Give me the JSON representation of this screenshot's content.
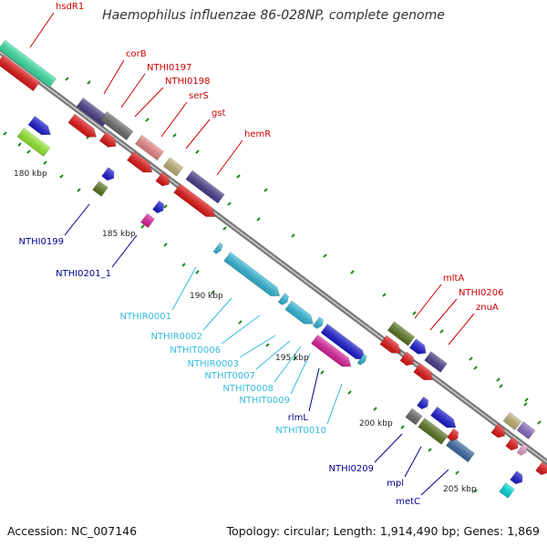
{
  "title": "Haemophilus influenzae 86-028NP, complete genome",
  "footer": {
    "accession": "Accession: NC_007146",
    "topology": "Topology: circular; Length: 1,914,490 bp; Genes: 1,869"
  },
  "colors": {
    "red_label": "#cc0000",
    "blue_label": "#00008b",
    "cyan_label": "#33bbdd",
    "backbone": "#808080"
  },
  "ticks": [
    "180 kbp",
    "185 kbp",
    "190 kbp",
    "195 kbp",
    "200 kbp",
    "205 kbp"
  ],
  "labels_top": [
    "hsdR1",
    "corB",
    "NTHI0197",
    "NTHI0198",
    "serS",
    "gst",
    "hemR",
    "mltA",
    "NTHI0206",
    "znuA"
  ],
  "labels_bottom": [
    "NTHI0199",
    "NTHI0201_1",
    "NTHIR0001",
    "NTHIR0002",
    "NTHIT0006",
    "NTHIR0003",
    "NTHIT0007",
    "NTHIT0008",
    "NTHIT0009",
    "rlmL",
    "NTHIT0010",
    "NTHI0209",
    "mpl",
    "metC"
  ]
}
